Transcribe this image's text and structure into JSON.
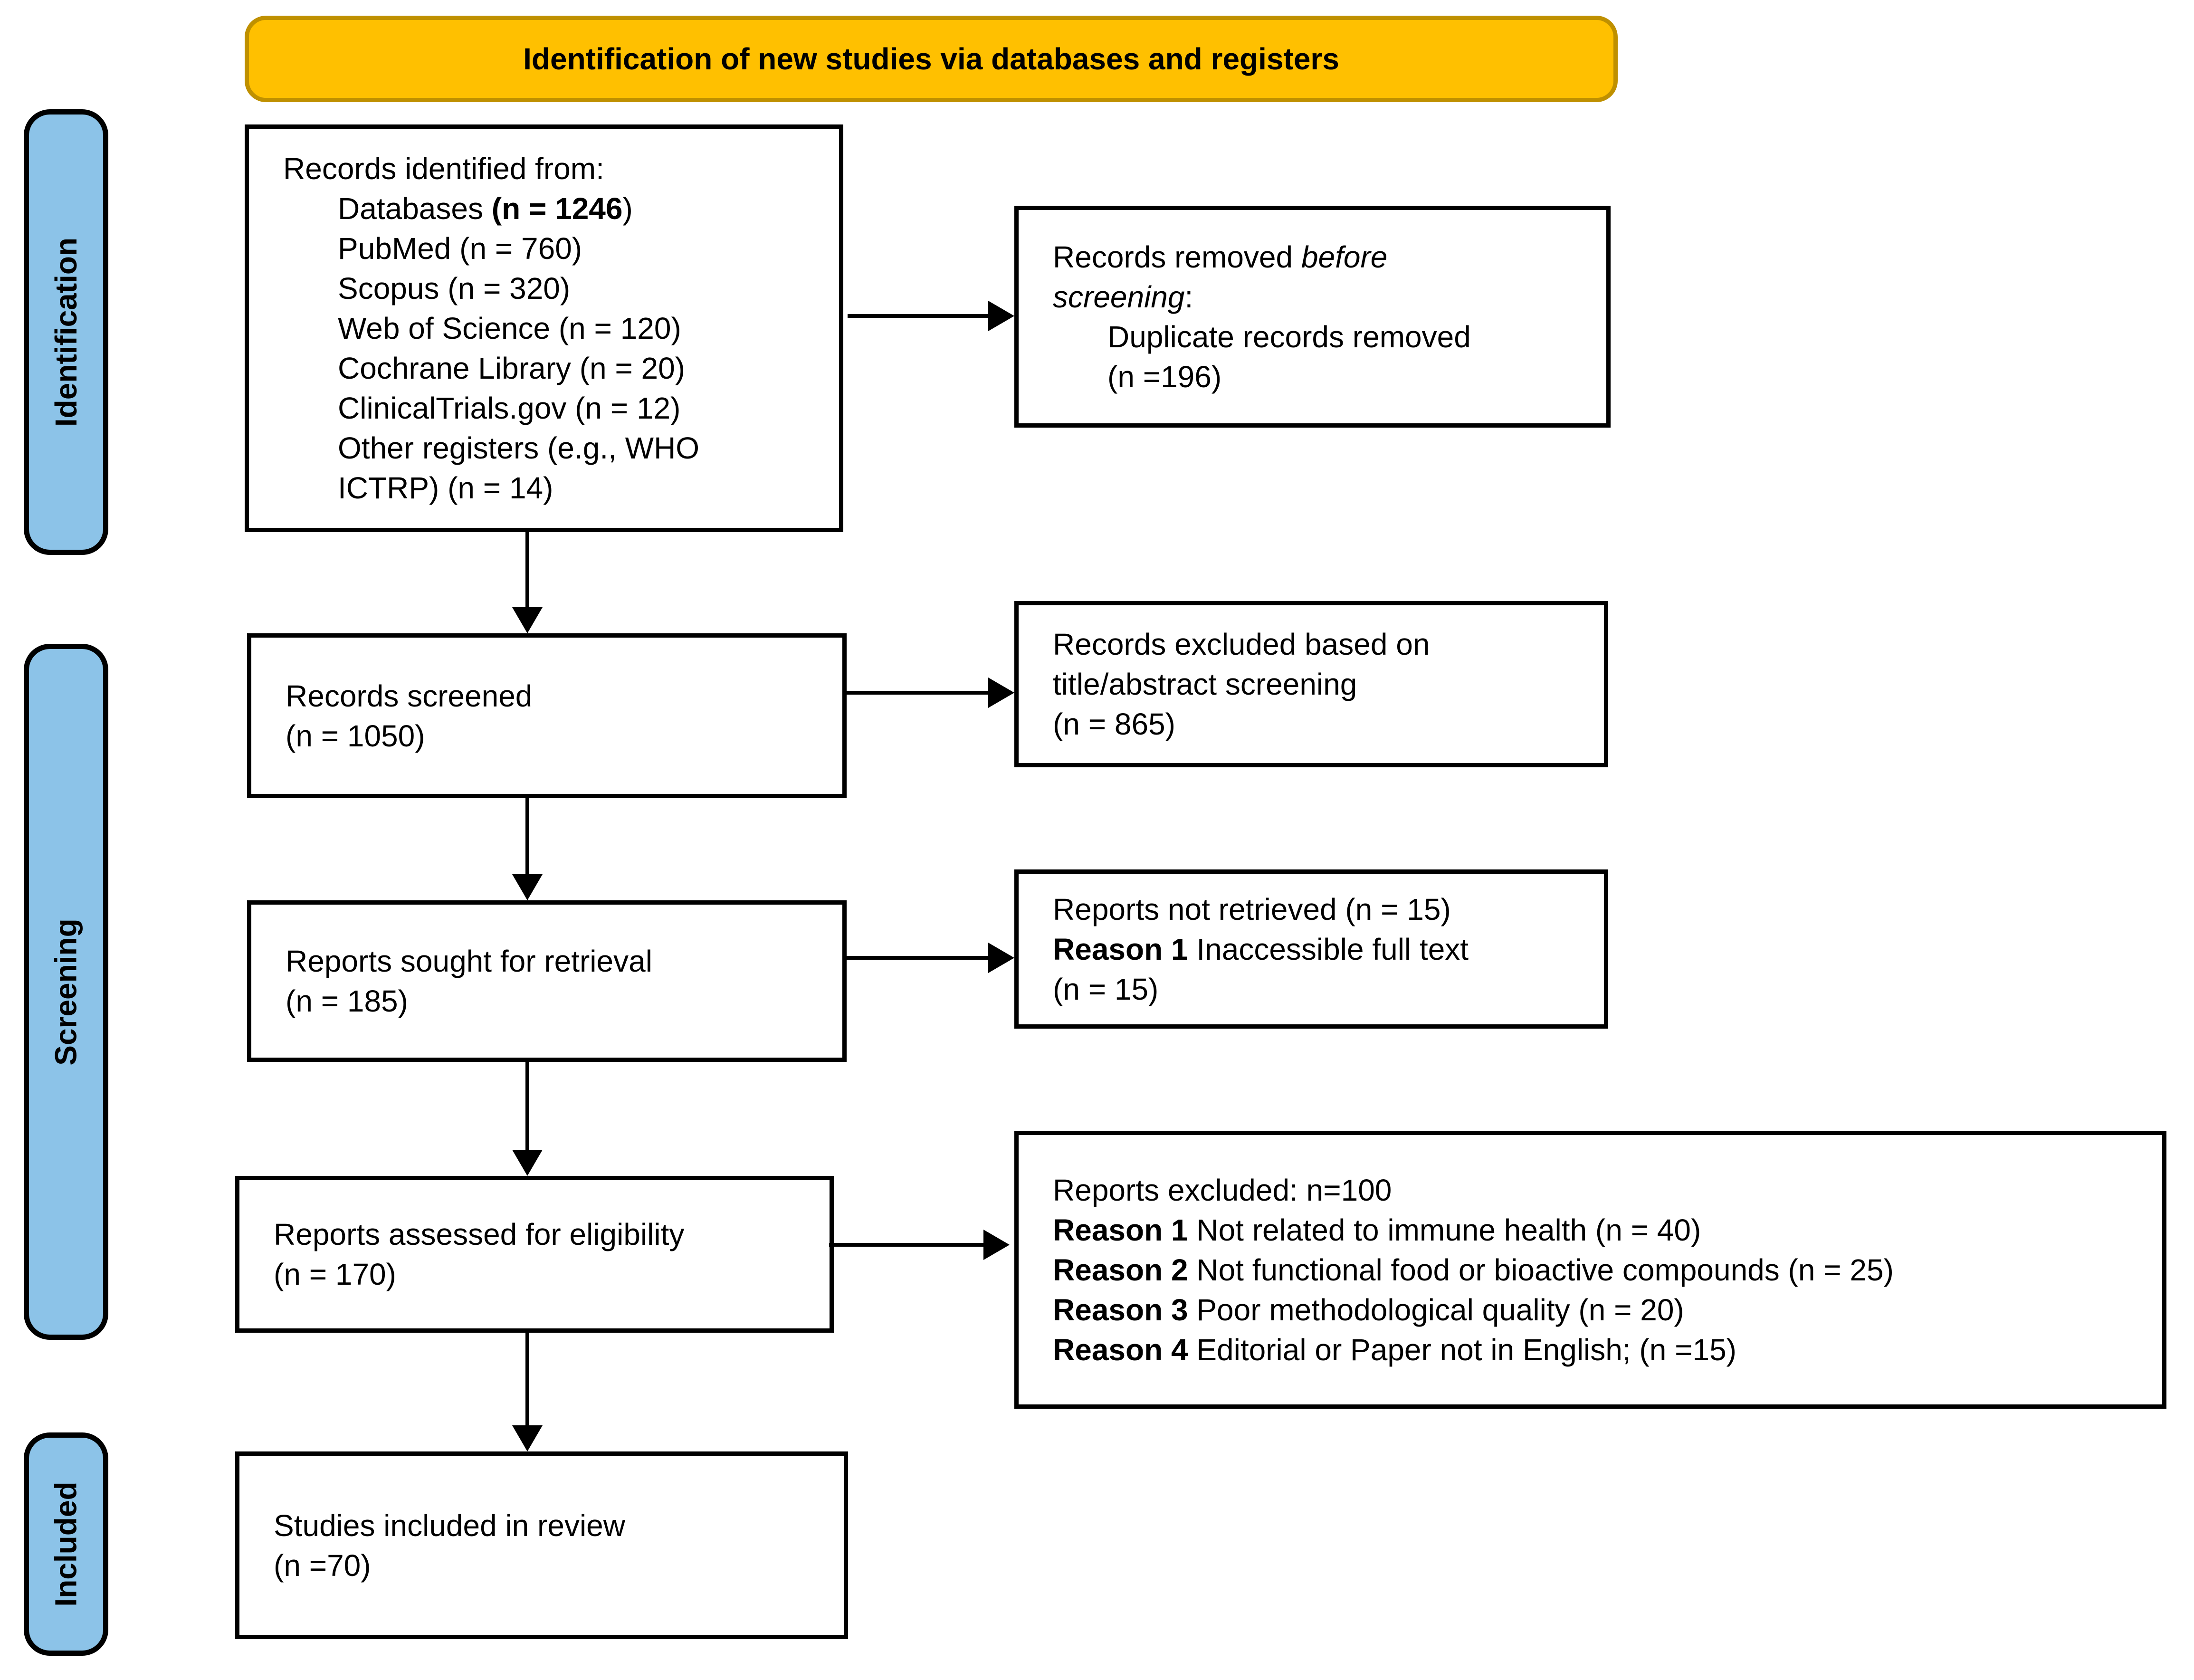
{
  "banner": {
    "title": "Identification of new studies via databases and registers"
  },
  "stages": {
    "identification": {
      "label": "Identification"
    },
    "screening": {
      "label": "Screening"
    },
    "included": {
      "label": "Included"
    }
  },
  "colors": {
    "banner_fill": "#FFC000",
    "banner_border": "#BF9000",
    "stage_fill": "#8CC3E8",
    "box_border": "#000000",
    "arrow": "#000000"
  },
  "boxes": {
    "identified": {
      "lines": [
        {
          "segs": [
            {
              "t": "Records identified from:"
            }
          ]
        },
        {
          "indent": true,
          "segs": [
            {
              "t": "Databases "
            },
            {
              "t": "(n = 1246",
              "b": true
            },
            {
              "t": ")"
            }
          ]
        },
        {
          "indent": true,
          "segs": [
            {
              "t": "PubMed (n = 760)"
            }
          ]
        },
        {
          "indent": true,
          "segs": [
            {
              "t": "Scopus (n = 320)"
            }
          ]
        },
        {
          "indent": true,
          "segs": [
            {
              "t": "Web of Science (n = 120)"
            }
          ]
        },
        {
          "indent": true,
          "segs": [
            {
              "t": "Cochrane Library (n = 20)"
            }
          ]
        },
        {
          "indent": true,
          "segs": [
            {
              "t": "ClinicalTrials.gov (n = 12)"
            }
          ]
        },
        {
          "indent": true,
          "segs": [
            {
              "t": "Other registers (e.g., WHO"
            }
          ]
        },
        {
          "indent": true,
          "segs": [
            {
              "t": "ICTRP) (n = 14)"
            }
          ]
        }
      ]
    },
    "removed": {
      "lines": [
        {
          "segs": [
            {
              "t": "Records removed "
            },
            {
              "t": "before",
              "i": true
            }
          ]
        },
        {
          "segs": [
            {
              "t": "screening",
              "i": true
            },
            {
              "t": ":"
            }
          ]
        },
        {
          "indent": true,
          "segs": [
            {
              "t": "Duplicate records removed"
            }
          ]
        },
        {
          "indent": true,
          "segs": [
            {
              "t": "(n =196)"
            }
          ]
        }
      ]
    },
    "screened": {
      "lines": [
        {
          "segs": [
            {
              "t": "Records screened"
            }
          ]
        },
        {
          "segs": [
            {
              "t": "(n = 1050)"
            }
          ]
        }
      ]
    },
    "excluded_title_abstract": {
      "lines": [
        {
          "segs": [
            {
              "t": "Records excluded based on"
            }
          ]
        },
        {
          "segs": [
            {
              "t": "title/abstract screening"
            }
          ]
        },
        {
          "segs": [
            {
              "t": "(n = 865)"
            }
          ]
        }
      ]
    },
    "sought": {
      "lines": [
        {
          "segs": [
            {
              "t": "Reports sought for retrieval"
            }
          ]
        },
        {
          "segs": [
            {
              "t": "(n = 185)"
            }
          ]
        }
      ]
    },
    "not_retrieved": {
      "lines": [
        {
          "segs": [
            {
              "t": "Reports not retrieved (n = 15)"
            }
          ]
        },
        {
          "segs": [
            {
              "t": "Reason 1",
              "b": true
            },
            {
              "t": " Inaccessible full text"
            }
          ]
        },
        {
          "segs": [
            {
              "t": "(n = 15)"
            }
          ]
        }
      ]
    },
    "assessed": {
      "lines": [
        {
          "segs": [
            {
              "t": "Reports assessed for eligibility"
            }
          ]
        },
        {
          "segs": [
            {
              "t": "(n = 170)"
            }
          ]
        }
      ]
    },
    "reasons": {
      "lines": [
        {
          "segs": [
            {
              "t": "Reports excluded: n=100"
            }
          ]
        },
        {
          "segs": [
            {
              "t": "Reason 1",
              "b": true
            },
            {
              "t": " Not related to immune health (n = 40)"
            }
          ]
        },
        {
          "segs": [
            {
              "t": "Reason 2",
              "b": true
            },
            {
              "t": " Not functional food or bioactive compounds (n = 25)"
            }
          ]
        },
        {
          "segs": [
            {
              "t": "Reason 3",
              "b": true
            },
            {
              "t": " Poor methodological quality (n = 20)"
            }
          ]
        },
        {
          "segs": [
            {
              "t": "Reason 4",
              "b": true
            },
            {
              "t": " Editorial or Paper not in English; (n =15)"
            }
          ]
        }
      ]
    },
    "included_review": {
      "lines": [
        {
          "segs": [
            {
              "t": "Studies included in review"
            }
          ]
        },
        {
          "segs": [
            {
              "t": "(n =70)"
            }
          ]
        }
      ]
    }
  }
}
